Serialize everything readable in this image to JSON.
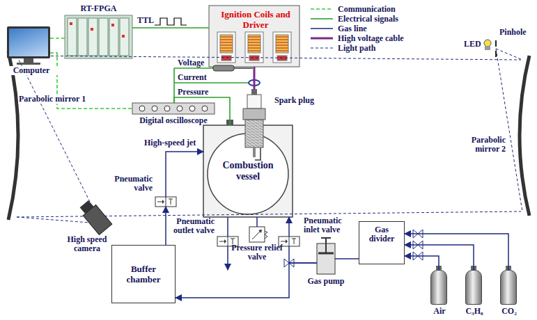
{
  "diagram": {
    "nodes": [
      {
        "text": [
          "Computer"
        ]
      },
      {
        "text": [
          "RT-FPGA"
        ]
      },
      {
        "text": [
          "Ignition Coils and Driver"
        ]
      },
      {
        "text": [
          "Digital oscilloscope"
        ]
      },
      {
        "text": [
          "Spark plug"
        ]
      },
      {
        "text": [
          "Combustion vessel"
        ]
      },
      {
        "text": [
          "Pneumatic valve"
        ]
      },
      {
        "text": [
          "Pneumatic outlet valve"
        ]
      },
      {
        "text": [
          "Pressure relief valve"
        ]
      },
      {
        "text": [
          "Pneumatic inlet valve"
        ]
      },
      {
        "text": [
          "Buffer chamber"
        ]
      },
      {
        "text": [
          "Gas pump"
        ]
      },
      {
        "text": [
          "Gas divider"
        ]
      },
      {
        "text": [
          "Air"
        ]
      },
      {
        "text": [
          "C₃H₈"
        ]
      },
      {
        "text": [
          "CO₂"
        ]
      },
      {
        "text": [
          "High speed camera"
        ]
      },
      {
        "text": [
          "Parabolic mirror 1"
        ]
      },
      {
        "text": [
          "Parabolic mirror 2"
        ]
      },
      {
        "text": [
          "LED"
        ]
      }
    ],
    "edges": [
      {
        "from": 0,
        "to": 1,
        "arrow": "none"
      },
      {
        "from": 0,
        "to": 3,
        "arrow": "none"
      },
      {
        "from": 1,
        "to": 2,
        "label": "TTL",
        "arrow": "none"
      },
      {
        "from": 2,
        "to": 4,
        "arrow": "none"
      },
      {
        "from": 3,
        "to": 5,
        "label": "Pressure",
        "arrow": "none"
      },
      {
        "from": 13,
        "to": 12,
        "arrow": "to"
      },
      {
        "from": 14,
        "to": 12,
        "arrow": "to"
      },
      {
        "from": 15,
        "to": 12,
        "arrow": "to"
      },
      {
        "from": 12,
        "to": 11,
        "arrow": "none"
      },
      {
        "from": 11,
        "to": 9,
        "arrow": "none"
      },
      {
        "from": 9,
        "to": 5,
        "arrow": "to"
      },
      {
        "from": 5,
        "to": 7,
        "arrow": "none"
      },
      {
        "from": 5,
        "to": 8,
        "arrow": "none"
      },
      {
        "from": 11,
        "to": 10,
        "arrow": "to"
      },
      {
        "from": 10,
        "to": 6,
        "arrow": "to"
      },
      {
        "from": 6,
        "to": 5,
        "label": "High-speed jet",
        "arrow": "to"
      }
    ],
    "labels": [
      "Voltage",
      "Current",
      "Pinhole"
    ],
    "legend": [
      {
        "text": "Communication"
      },
      {
        "text": "Electrical signals"
      },
      {
        "text": "Gas line"
      },
      {
        "text": "High voltage cable"
      },
      {
        "text": "Light path"
      }
    ]
  }
}
